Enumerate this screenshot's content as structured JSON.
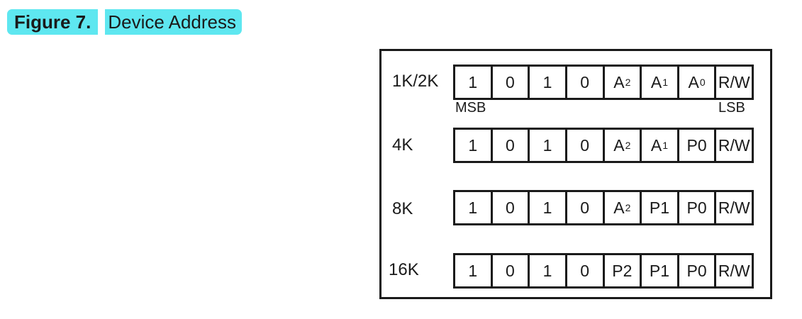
{
  "caption": {
    "label": "Figure 7.",
    "title": "Device Address"
  },
  "rows": [
    {
      "label": "1K/2K",
      "bits": [
        {
          "t": "1"
        },
        {
          "t": "0"
        },
        {
          "t": "1"
        },
        {
          "t": "0"
        },
        {
          "t": "A",
          "sub": "2"
        },
        {
          "t": "A",
          "sub": "1"
        },
        {
          "t": "A",
          "sub": "0"
        },
        {
          "t": "R/W"
        }
      ]
    },
    {
      "label": "4K",
      "bits": [
        {
          "t": "1"
        },
        {
          "t": "0"
        },
        {
          "t": "1"
        },
        {
          "t": "0"
        },
        {
          "t": "A",
          "sub": "2"
        },
        {
          "t": "A",
          "sub": "1"
        },
        {
          "t": "P0"
        },
        {
          "t": "R/W"
        }
      ]
    },
    {
      "label": "8K",
      "bits": [
        {
          "t": "1"
        },
        {
          "t": "0"
        },
        {
          "t": "1"
        },
        {
          "t": "0"
        },
        {
          "t": "A",
          "sub": "2"
        },
        {
          "t": "P1"
        },
        {
          "t": "P0"
        },
        {
          "t": "R/W"
        }
      ]
    },
    {
      "label": "16K",
      "bits": [
        {
          "t": "1"
        },
        {
          "t": "0"
        },
        {
          "t": "1"
        },
        {
          "t": "0"
        },
        {
          "t": "P2"
        },
        {
          "t": "P1"
        },
        {
          "t": "P0"
        },
        {
          "t": "R/W"
        }
      ]
    }
  ],
  "msb_label": "MSB",
  "lsb_label": "LSB",
  "colors": {
    "highlight": "#5ee7f0",
    "ink": "#1a1a1a"
  }
}
